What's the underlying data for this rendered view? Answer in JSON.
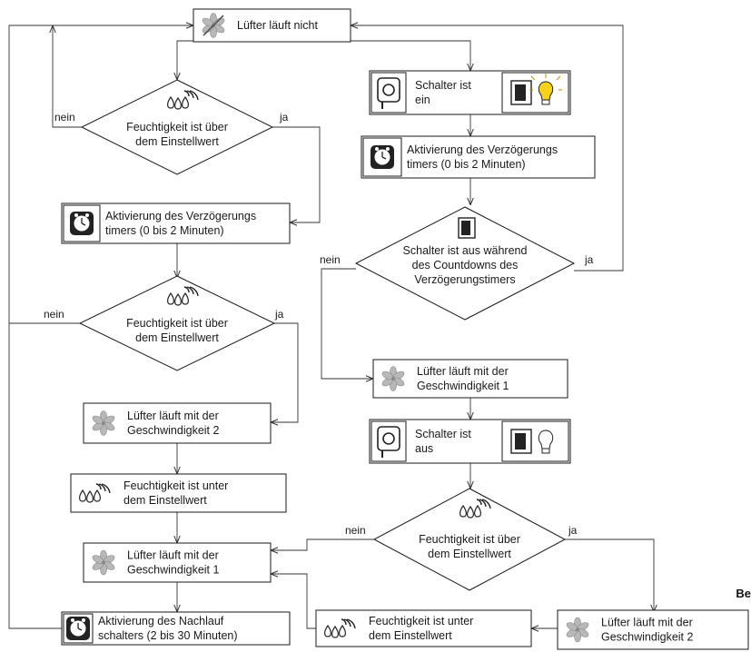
{
  "nodes": {
    "n_start": {
      "lines": [
        "Lüfter läuft nicht"
      ],
      "icon": "fan-off-icon"
    },
    "n_l_dec1": {
      "lines": [
        "Feuchtigkeit ist über",
        "dem Einstellwert"
      ],
      "icon": "humidity-icon"
    },
    "n_l_timer1": {
      "lines": [
        "Aktivierung des Verzögerungs",
        "timers (0 bis 2 Minuten)"
      ],
      "icon": "timer-icon"
    },
    "n_l_dec2": {
      "lines": [
        "Feuchtigkeit ist über",
        "dem Einstellwert"
      ],
      "icon": "humidity-icon"
    },
    "n_l_speed2": {
      "lines": [
        "Lüfter läuft mit der",
        "Geschwindigkeit 2"
      ],
      "icon": "fan-icon"
    },
    "n_l_hum_under": {
      "lines": [
        "Feuchtigkeit ist unter",
        "dem Einstellwert"
      ],
      "icon": "humidity-icon"
    },
    "n_l_speed1": {
      "lines": [
        "Lüfter läuft mit der",
        "Geschwindigkeit 1"
      ],
      "icon": "fan-icon"
    },
    "n_l_afterrun": {
      "lines": [
        "Aktivierung des Nachlauf",
        "schalters (2 bis 30 Minuten)"
      ],
      "icon": "timer-icon"
    },
    "n_r_switch_on": {
      "lines": [
        "Schalter ist",
        "ein"
      ],
      "icon": "switch-icon",
      "icon_right": "switch-on-lamp-icon"
    },
    "n_r_timer": {
      "lines": [
        "Aktivierung des Verzögerungs",
        "timers (0 bis 2 Minuten)"
      ],
      "icon": "timer-icon"
    },
    "n_r_dec_switch": {
      "lines": [
        "Schalter ist aus während",
        "des Countdowns des",
        "Verzögerungstimers"
      ],
      "icon": "switch-panel-icon"
    },
    "n_r_speed1": {
      "lines": [
        "Lüfter läuft mit der",
        "Geschwindigkeit 1"
      ],
      "icon": "fan-icon"
    },
    "n_r_switch_off": {
      "lines": [
        "Schalter ist",
        "aus"
      ],
      "icon": "switch-icon",
      "icon_right": "switch-off-lamp-icon"
    },
    "n_r_dec_hum": {
      "lines": [
        "Feuchtigkeit ist über",
        "dem Einstellwert"
      ],
      "icon": "humidity-icon"
    },
    "n_b_hum_under": {
      "lines": [
        "Feuchtigkeit ist unter",
        "dem Einstellwert"
      ],
      "icon": "humidity-icon"
    },
    "n_b_speed2": {
      "lines": [
        "Lüfter läuft mit der",
        "Geschwindigkeit 2"
      ],
      "icon": "fan-icon"
    }
  },
  "edges": [
    {
      "from": "n_start",
      "to": "n_l_dec1",
      "label": ""
    },
    {
      "from": "n_l_dec1",
      "to": "n_start",
      "label": "nein"
    },
    {
      "from": "n_l_dec1",
      "to": "n_l_timer1",
      "label": "ja"
    },
    {
      "from": "n_l_timer1",
      "to": "n_l_dec2",
      "label": ""
    },
    {
      "from": "n_l_dec2",
      "to": "n_start",
      "label": "nein"
    },
    {
      "from": "n_l_dec2",
      "to": "n_l_speed2",
      "label": "ja"
    },
    {
      "from": "n_l_speed2",
      "to": "n_l_hum_under",
      "label": ""
    },
    {
      "from": "n_l_hum_under",
      "to": "n_l_speed1",
      "label": ""
    },
    {
      "from": "n_l_speed1",
      "to": "n_l_afterrun",
      "label": ""
    },
    {
      "from": "n_l_afterrun",
      "to": "n_start",
      "label": ""
    },
    {
      "from": "n_start",
      "to": "n_r_switch_on",
      "label": ""
    },
    {
      "from": "n_r_switch_on",
      "to": "n_r_timer",
      "label": ""
    },
    {
      "from": "n_r_timer",
      "to": "n_r_dec_switch",
      "label": ""
    },
    {
      "from": "n_r_dec_switch",
      "to": "n_start",
      "label": "ja"
    },
    {
      "from": "n_r_dec_switch",
      "to": "n_r_speed1",
      "label": "nein"
    },
    {
      "from": "n_r_speed1",
      "to": "n_r_switch_off",
      "label": ""
    },
    {
      "from": "n_r_switch_off",
      "to": "n_r_dec_hum",
      "label": ""
    },
    {
      "from": "n_r_dec_hum",
      "to": "n_l_speed1",
      "label": "nein"
    },
    {
      "from": "n_r_dec_hum",
      "to": "n_b_speed2",
      "label": "ja"
    },
    {
      "from": "n_b_speed2",
      "to": "n_b_hum_under",
      "label": ""
    },
    {
      "from": "n_b_hum_under",
      "to": "n_l_speed1",
      "label": ""
    }
  ],
  "corner_text": "Be"
}
